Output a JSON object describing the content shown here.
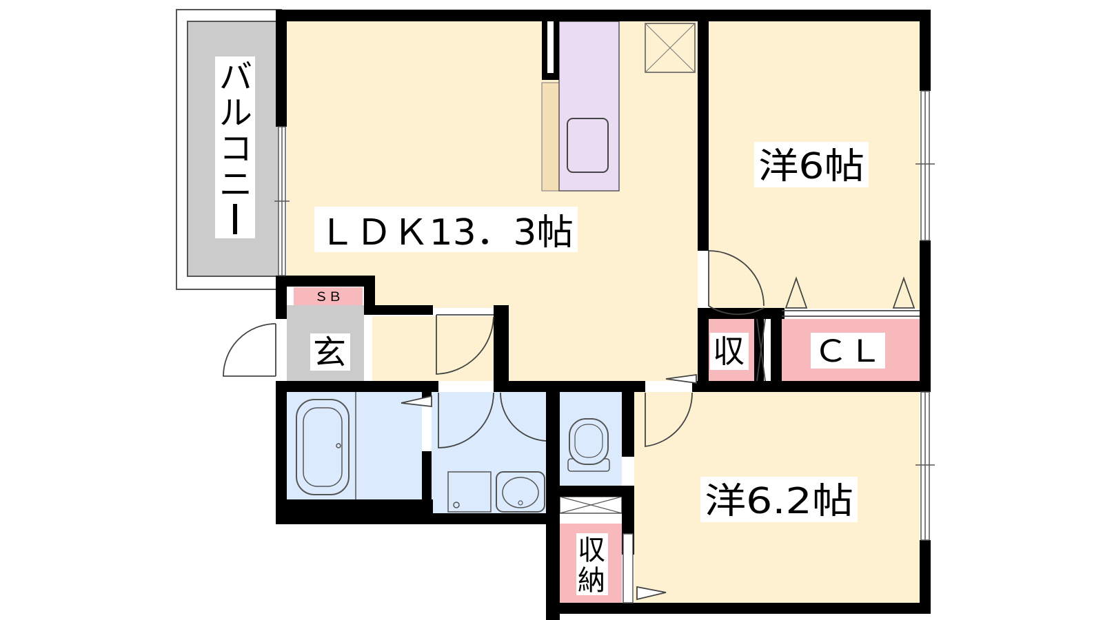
{
  "floorplan": {
    "rooms": {
      "ldk": "ＬＤＫ13．3帖",
      "western_6": "洋6帖",
      "western_62": "洋6.2帖",
      "entrance": "玄",
      "shoebox": "ＳＢ",
      "closet_cl": "ＣＬ",
      "storage_small": "収",
      "storage_1": "収",
      "storage_2": "納",
      "balcony": [
        "バ",
        "ル",
        "コ",
        "ニ",
        "ー"
      ]
    },
    "colors": {
      "living": "#fdf1d2",
      "wet_area": "#dbeafc",
      "kitchen": "#e9dcf3",
      "storage": "#f7b9bb",
      "balcony": "#cbcbcb",
      "entrance": "#cbcbcb",
      "wall": "#000000"
    }
  }
}
